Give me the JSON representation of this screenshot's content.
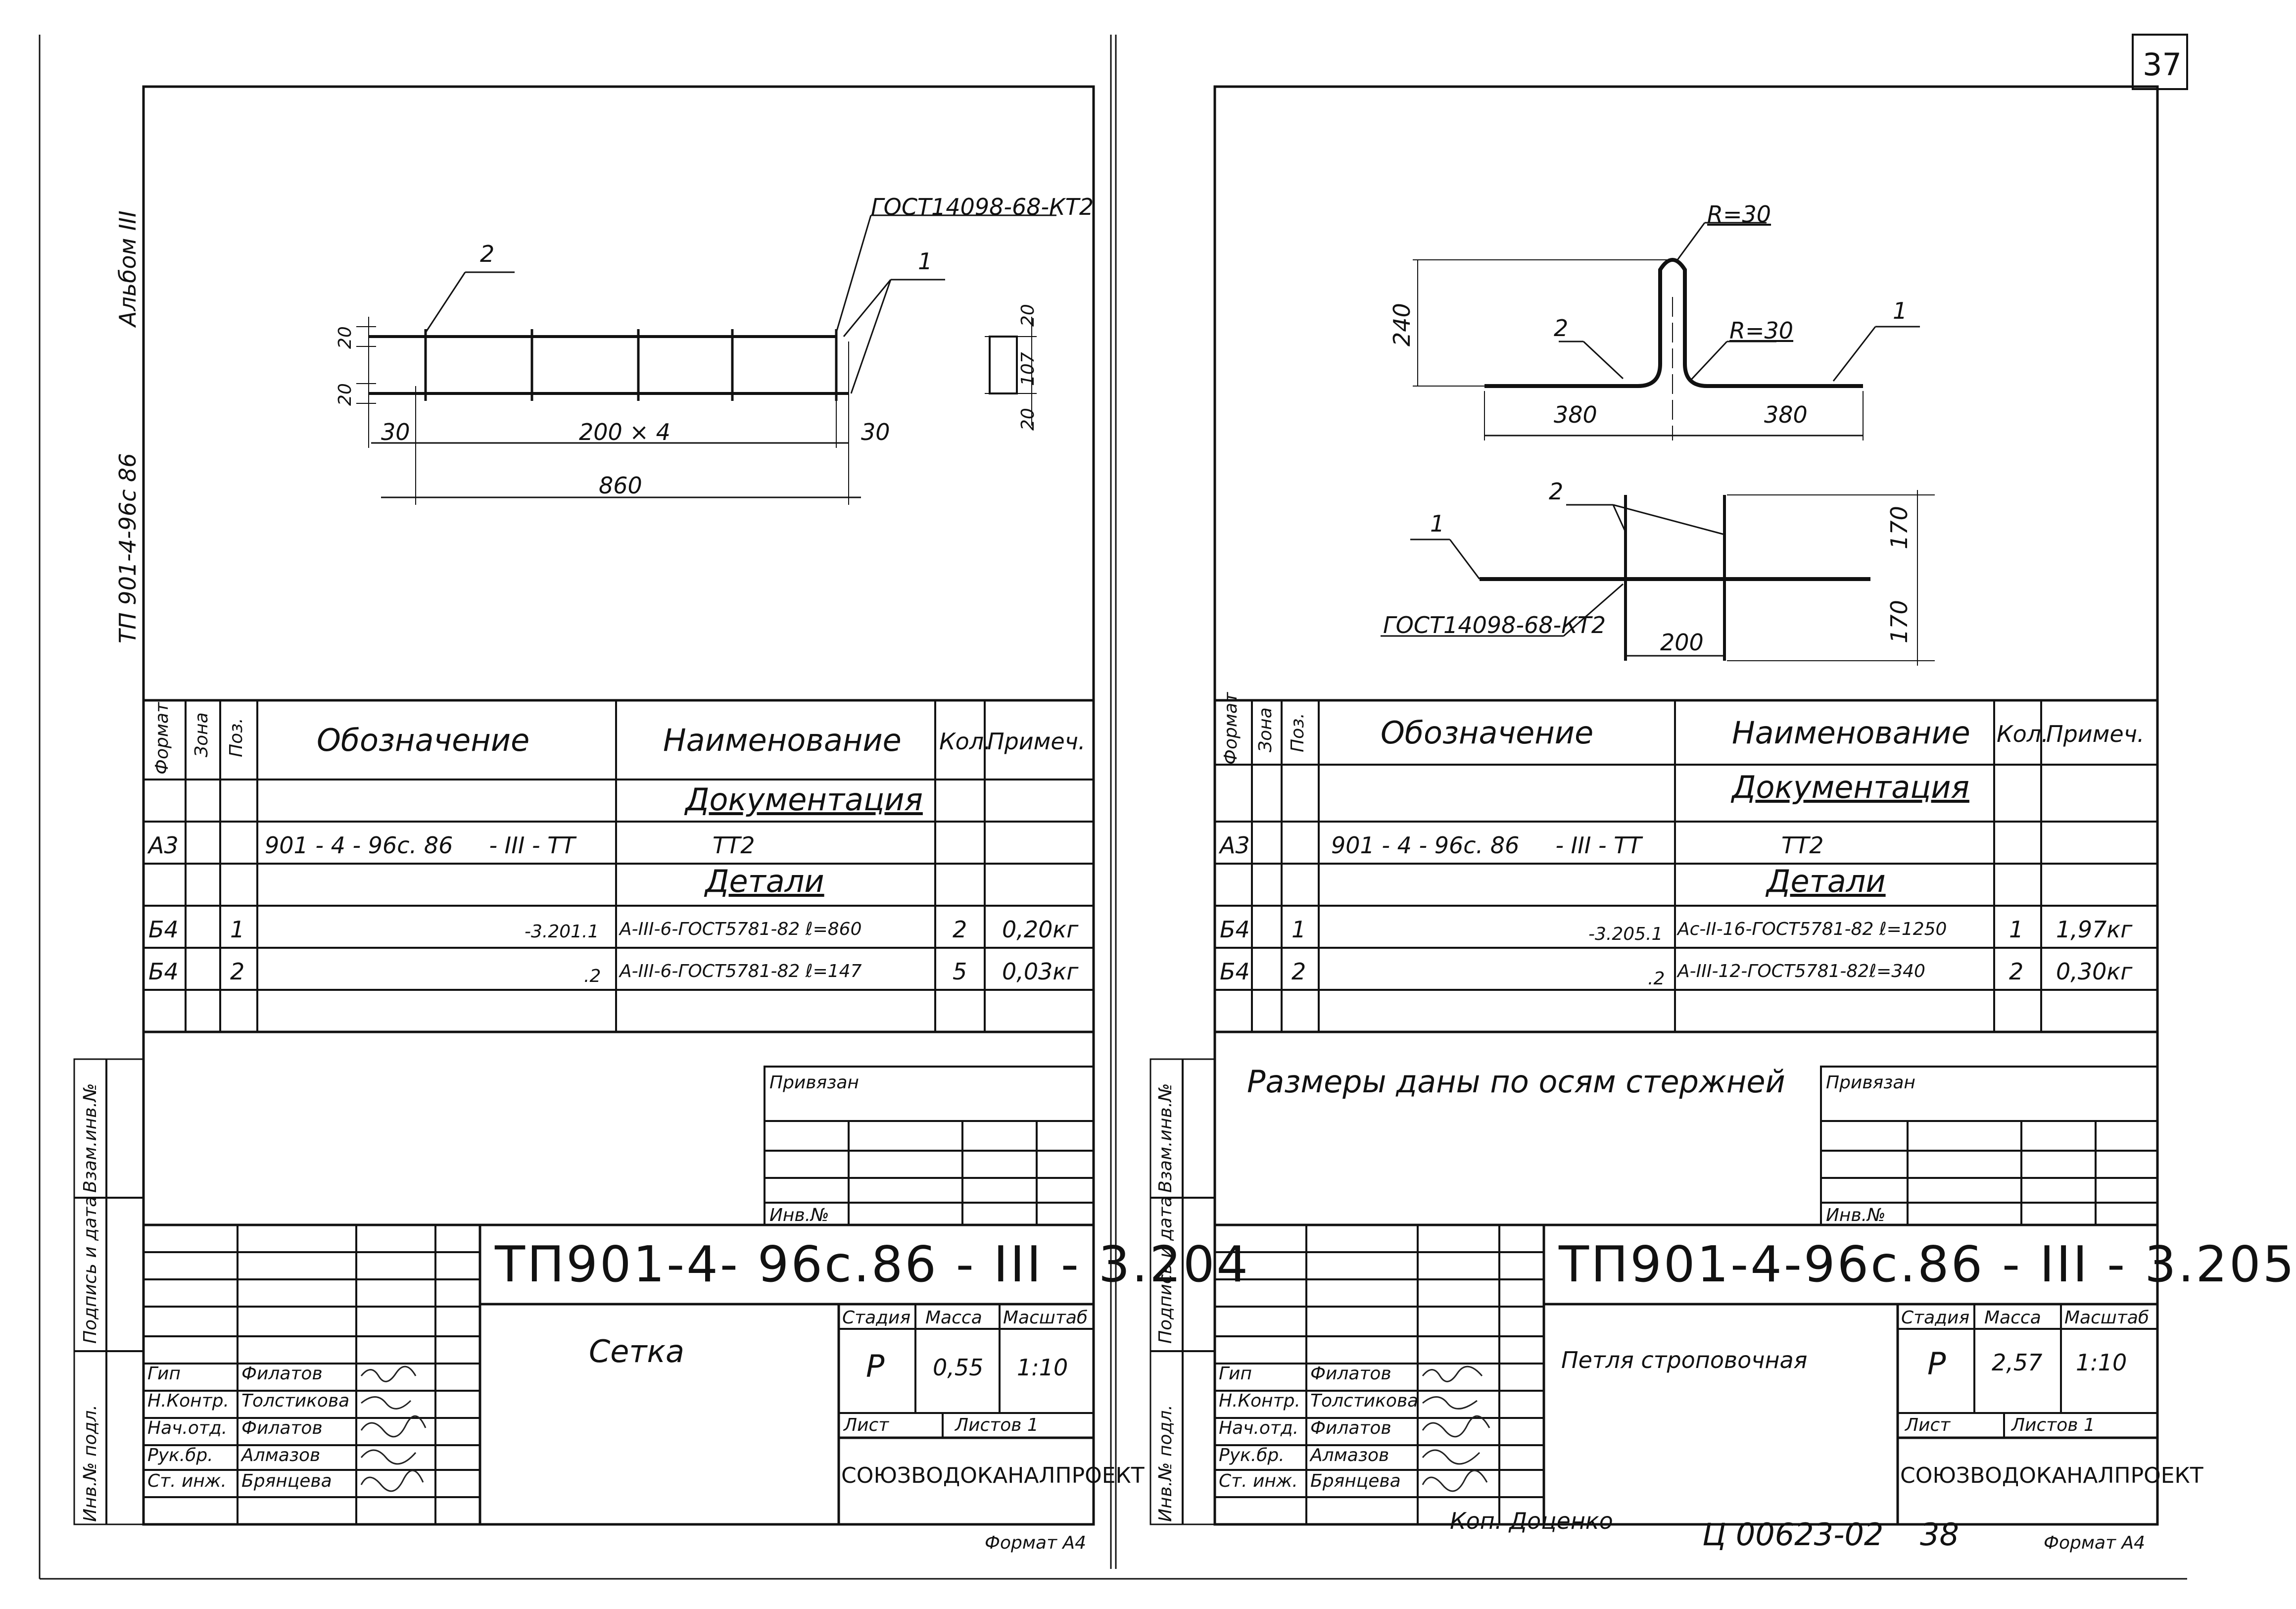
{
  "page_number": "37",
  "album_label": "Альбом III",
  "project_code_vertical": "ТП 901-4-96с 86",
  "bottom_code": "Ц 00623-02",
  "bottom_page": "38",
  "copy_label": "Коп. Доценко",
  "left": {
    "drawing": {
      "gost_label": "ГОСТ14098-68-КТ2",
      "callout_1": "1",
      "callout_2": "2",
      "dim_20_a": "20",
      "dim_20_b": "20",
      "dim_30_left": "30",
      "dim_30_right": "30",
      "dim_pitch": "200 × 4",
      "dim_total": "860",
      "section_20_top": "20",
      "section_107": "107",
      "section_20_bottom": "20"
    },
    "table": {
      "headers": [
        "Формат",
        "Зона",
        "Поз.",
        "Обозначение",
        "Наименование",
        "Кол.",
        "Примеч."
      ],
      "section_doc": "Документация",
      "doc_row": {
        "format": "А3",
        "designation": "901 - 4 - 96с. 86     - III - ТТ",
        "name": "ТТ2"
      },
      "section_parts": "Детали",
      "rows": [
        {
          "format": "Б4",
          "pos": "1",
          "designation": "-3.201.1",
          "name": "А-III-6-ГОСТ5781-82 ℓ=860",
          "qty": "2",
          "note": "0,20кг"
        },
        {
          "format": "Б4",
          "pos": "2",
          "designation": ".2",
          "name": "А-III-6-ГОСТ5781-82 ℓ=147",
          "qty": "5",
          "note": "0,03кг"
        }
      ]
    },
    "note": "",
    "privyazan": "Привязан",
    "inv_no": "Инв.№",
    "doc_code": "ТП901-4- 96с.86 - III - 3.204",
    "title": "Сетка",
    "stage_header": "Стадия",
    "mass_header": "Масса",
    "scale_header": "Масштаб",
    "stage": "Р",
    "mass": "0,55",
    "scale": "1:10",
    "sheet_label": "Лист",
    "sheets_label": "Листов 1",
    "org": "СОЮЗВОДОКАНАЛПРОЕКТ",
    "format": "Формат А4",
    "signers": [
      {
        "role": "Гип",
        "name": "Филатов"
      },
      {
        "role": "Н.Контр.",
        "name": "Толстикова"
      },
      {
        "role": "Нач.отд.",
        "name": "Филатов"
      },
      {
        "role": "Рук.бр.",
        "name": "Алмазов"
      },
      {
        "role": "Ст. инж.",
        "name": "Брянцева"
      }
    ],
    "side_stamp": [
      "Инв.№ подл.",
      "Подпись и дата",
      "Взам.инв.№"
    ]
  },
  "right": {
    "drawing": {
      "r_top": "R=30",
      "r_mid": "R=30",
      "dim_240": "240",
      "callout_1": "1",
      "callout_2": "2",
      "dim_380_left": "380",
      "dim_380_right": "380",
      "plan_callout_1": "1",
      "plan_callout_2": "2",
      "dim_170_top": "170",
      "dim_170_bottom": "170",
      "dim_200": "200",
      "gost_label": "ГОСТ14098-68-КТ2"
    },
    "table": {
      "headers": [
        "Формат",
        "Зона",
        "Поз.",
        "Обозначение",
        "Наименование",
        "Кол.",
        "Примеч."
      ],
      "section_doc": "Документация",
      "doc_row": {
        "format": "А3",
        "designation": "901 - 4 - 96с. 86     - III - ТТ",
        "name": "ТТ2"
      },
      "section_parts": "Детали",
      "rows": [
        {
          "format": "Б4",
          "pos": "1",
          "designation": "-3.205.1",
          "name": "Ас-II-16-ГОСТ5781-82 ℓ=1250",
          "qty": "1",
          "note": "1,97кг"
        },
        {
          "format": "Б4",
          "pos": "2",
          "designation": ".2",
          "name": "А-III-12-ГОСТ5781-82ℓ=340",
          "qty": "2",
          "note": "0,30кг"
        }
      ]
    },
    "note": "Размеры даны по осям стержней",
    "privyazan": "Привязан",
    "inv_no": "Инв.№",
    "doc_code": "ТП901-4-96с.86 - III - 3.205",
    "title": "Петля строповочная",
    "stage_header": "Стадия",
    "mass_header": "Масса",
    "scale_header": "Масштаб",
    "stage": "Р",
    "mass": "2,57",
    "scale": "1:10",
    "sheet_label": "Лист",
    "sheets_label": "Листов 1",
    "org": "СОЮЗВОДОКАНАЛПРОЕКТ",
    "format": "Формат А4",
    "signers": [
      {
        "role": "Гип",
        "name": "Филатов"
      },
      {
        "role": "Н.Контр.",
        "name": "Толстикова"
      },
      {
        "role": "Нач.отд.",
        "name": "Филатов"
      },
      {
        "role": "Рук.бр.",
        "name": "Алмазов"
      },
      {
        "role": "Ст. инж.",
        "name": "Брянцева"
      }
    ],
    "side_stamp": [
      "Инв.№ подл.",
      "Подпись и дата",
      "Взам.инв.№"
    ]
  }
}
